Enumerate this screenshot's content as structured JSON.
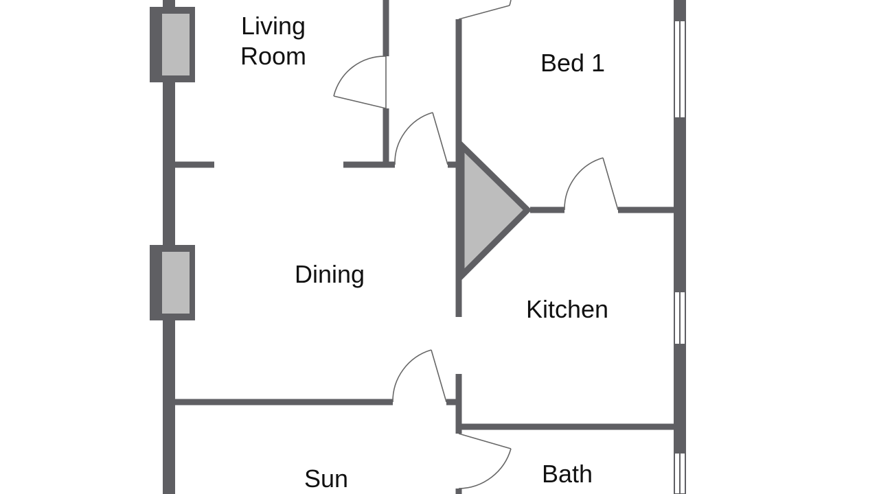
{
  "rooms": {
    "living_room_line1": "Living",
    "living_room_line2": "Room",
    "bed1": "Bed 1",
    "dining": "Dining",
    "kitchen": "Kitchen",
    "sun": "Sun",
    "bath": "Bath"
  },
  "colors": {
    "wall": "#5f5f63",
    "fill": "#bdbdbd",
    "label": "#111111",
    "background": "#ffffff"
  }
}
